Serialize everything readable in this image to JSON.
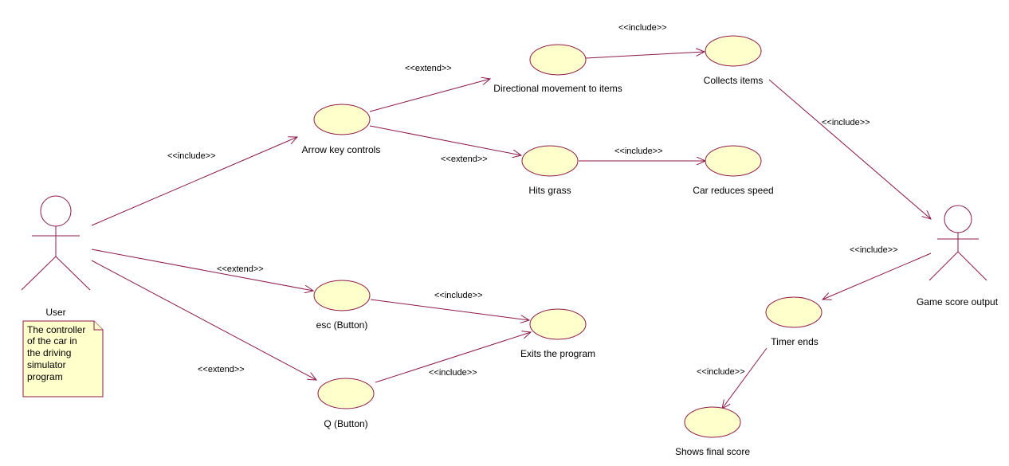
{
  "actors": {
    "user": "User",
    "score": "Game score output"
  },
  "note": {
    "lines": [
      "The controller",
      "of the car in",
      "the driving",
      "simulator",
      "program"
    ]
  },
  "usecases": {
    "arrow_keys": "Arrow key  controls",
    "directional": "Directional movement to items",
    "collects": "Collects items",
    "hits_grass": "Hits grass",
    "reduces_speed": "Car reduces speed",
    "esc": "esc (Button)",
    "exits": "Exits the program",
    "q": "Q (Button)",
    "timer": "Timer ends",
    "final_score": "Shows final score"
  },
  "relations": {
    "user_arrow": "<<include>>",
    "arrow_directional": "<<extend>>",
    "directional_collects": "<<include>>",
    "collects_score": "<<include>>",
    "arrow_grass": "<<extend>>",
    "grass_speed": "<<include>>",
    "user_esc": "<<extend>>",
    "esc_exits": "<<include>>",
    "user_q": "<<extend>>",
    "q_exits": "<<include>>",
    "score_timer": "<<include>>",
    "timer_final": "<<include>>"
  },
  "colors": {
    "line": "#8b1a4a",
    "fill": "#ffffcc"
  }
}
